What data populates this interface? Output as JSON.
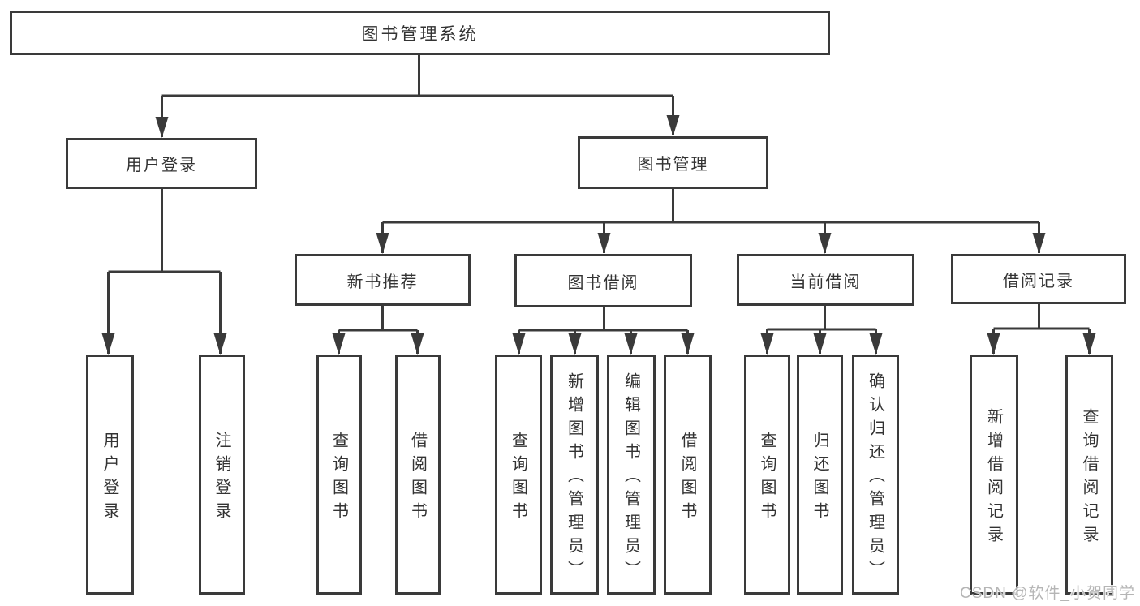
{
  "colors": {
    "line": "#3a3a3a",
    "box_border": "#3a3a3a",
    "text": "#333333",
    "background": "#ffffff",
    "watermark_text": "#b5b5b5"
  },
  "watermark": {
    "text": "CSDN @软件_小贺同学"
  },
  "tree": {
    "label": "图书管理系统",
    "children": [
      {
        "label": "用户登录",
        "children": [
          {
            "label": "用户登录"
          },
          {
            "label": "注销登录"
          }
        ]
      },
      {
        "label": "图书管理",
        "children": [
          {
            "label": "新书推荐",
            "children": [
              {
                "label": "查询图书"
              },
              {
                "label": "借阅图书"
              }
            ]
          },
          {
            "label": "图书借阅",
            "children": [
              {
                "label": "查询图书"
              },
              {
                "label": "新增图书（管理员）"
              },
              {
                "label": "编辑图书（管理员）"
              },
              {
                "label": "借阅图书"
              }
            ]
          },
          {
            "label": "当前借阅",
            "children": [
              {
                "label": "查询图书"
              },
              {
                "label": "归还图书"
              },
              {
                "label": "确认归还（管理员）"
              }
            ]
          },
          {
            "label": "借阅记录",
            "children": [
              {
                "label": "新增借阅记录"
              },
              {
                "label": "查询借阅记录"
              }
            ]
          }
        ]
      }
    ]
  }
}
